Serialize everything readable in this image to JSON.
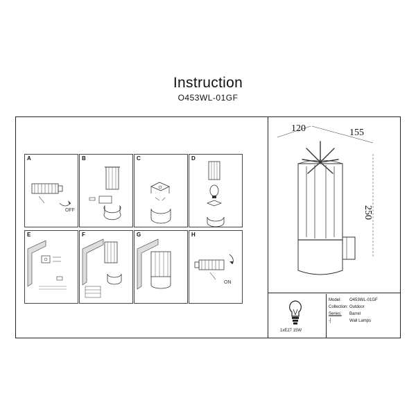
{
  "header": {
    "title": "Instruction",
    "model_code": "O453WL-01GF"
  },
  "steps": [
    {
      "label": "A",
      "text": "OFF"
    },
    {
      "label": "B",
      "text": ""
    },
    {
      "label": "C",
      "text": ""
    },
    {
      "label": "D",
      "text": ""
    },
    {
      "label": "E",
      "text": ""
    },
    {
      "label": "F",
      "text": ""
    },
    {
      "label": "G",
      "text": ""
    },
    {
      "label": "H",
      "text": "ON"
    }
  ],
  "dimensions": {
    "width": "120",
    "depth": "155",
    "height": "250"
  },
  "lamp": {
    "spec": "1xE27 15W"
  },
  "info": {
    "model_label": "Model:",
    "model_value": "O453WL-01GF",
    "collection_label": "Collection:",
    "collection_value": "Outdoor",
    "series_label": "Series:",
    "series_value": "Barrel",
    "type_value": "Wall Lamps"
  },
  "colors": {
    "line": "#222222"
  }
}
